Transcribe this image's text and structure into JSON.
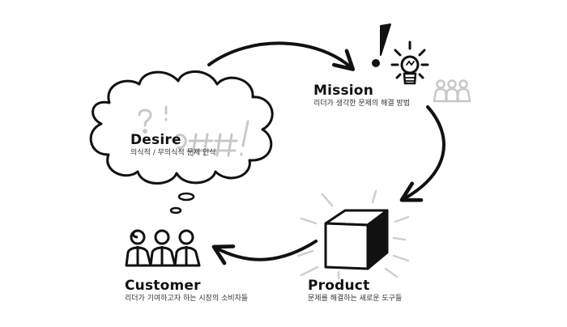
{
  "nodes": {
    "desire": {
      "title": "Desire",
      "description": "의식적 / 무의식적 문제 인식"
    },
    "mission": {
      "title": "Mission",
      "description": "리더가 생각한 문제의 해결 방법"
    },
    "product": {
      "title": "Product",
      "description": "문제를 해결하는 새로운 도구들"
    },
    "customer": {
      "title": "Customer",
      "description": "리더가 기여하고자 하는 시장의 소비자들"
    }
  },
  "icons": [
    "thought-cloud-icon",
    "exclamation-icon",
    "lightbulb-icon",
    "people-group-icon",
    "product-box-icon"
  ],
  "colors": {
    "ink": "#111111",
    "faint": "#c8c8c8"
  }
}
